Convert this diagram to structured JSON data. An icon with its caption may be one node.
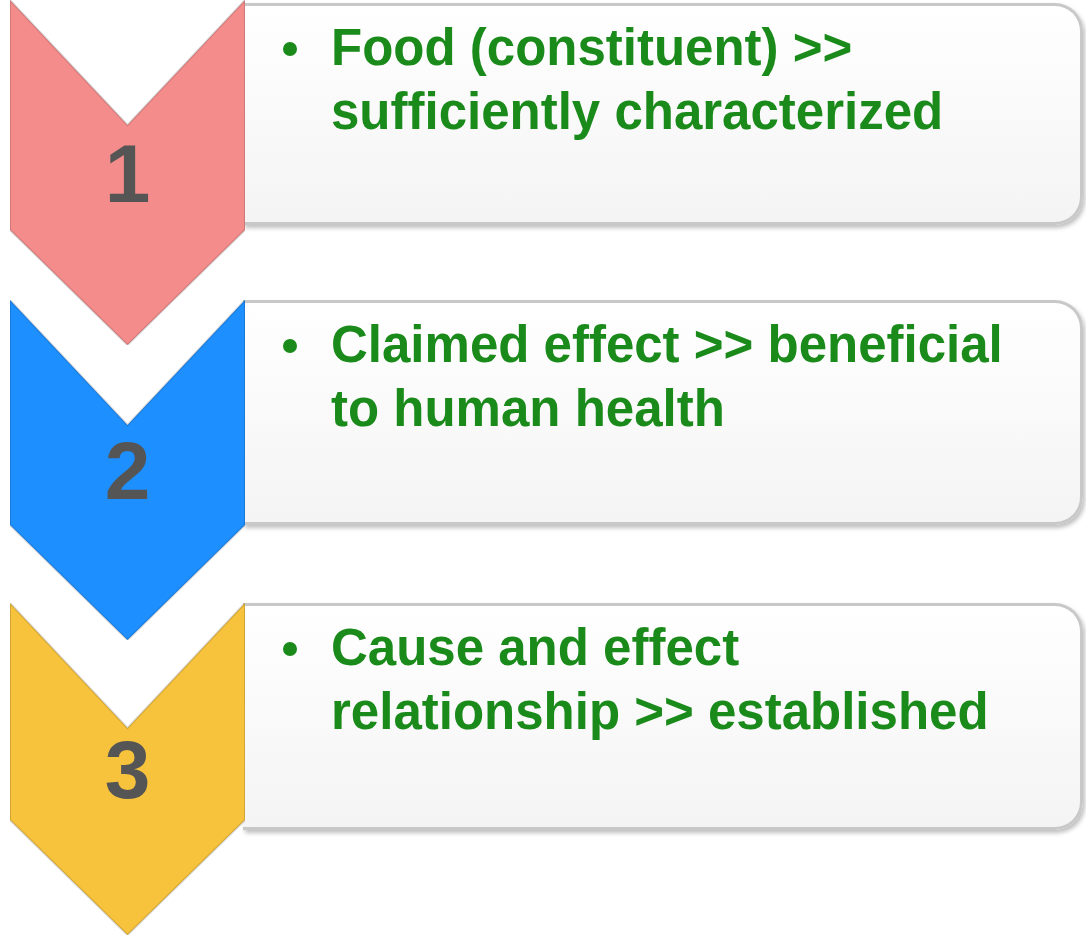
{
  "diagram": {
    "nodes": [
      {
        "text": [
          "1"
        ]
      },
      {
        "text": [
          "Food (constituent) >> sufficiently characterized"
        ]
      },
      {
        "text": [
          "2"
        ]
      },
      {
        "text": [
          "Claimed effect >> beneficial to human health"
        ]
      },
      {
        "text": [
          "3"
        ]
      },
      {
        "text": [
          "Cause and effect relationship >> established"
        ]
      }
    ]
  }
}
